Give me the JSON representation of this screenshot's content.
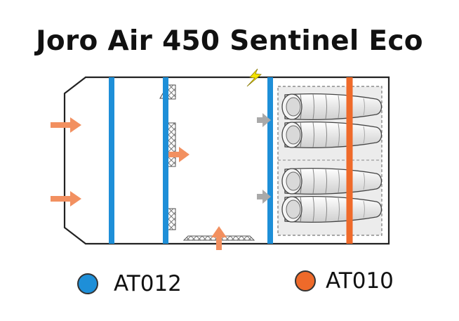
{
  "title": "Joro Air 450 Sentinel Eco",
  "colors": {
    "blue_strap": "#1e8fd8",
    "orange_strap": "#ef6a2a",
    "arrow_orange": "#f29060",
    "arrow_gray": "#a9a9a9",
    "mesh_gray": "#8a8a8a",
    "spark_yellow": "#f5e400",
    "outline": "#222222"
  },
  "legend": [
    {
      "label": "AT012",
      "color": "#1e8fd8"
    },
    {
      "label": "AT010",
      "color": "#ef6a2a"
    }
  ]
}
